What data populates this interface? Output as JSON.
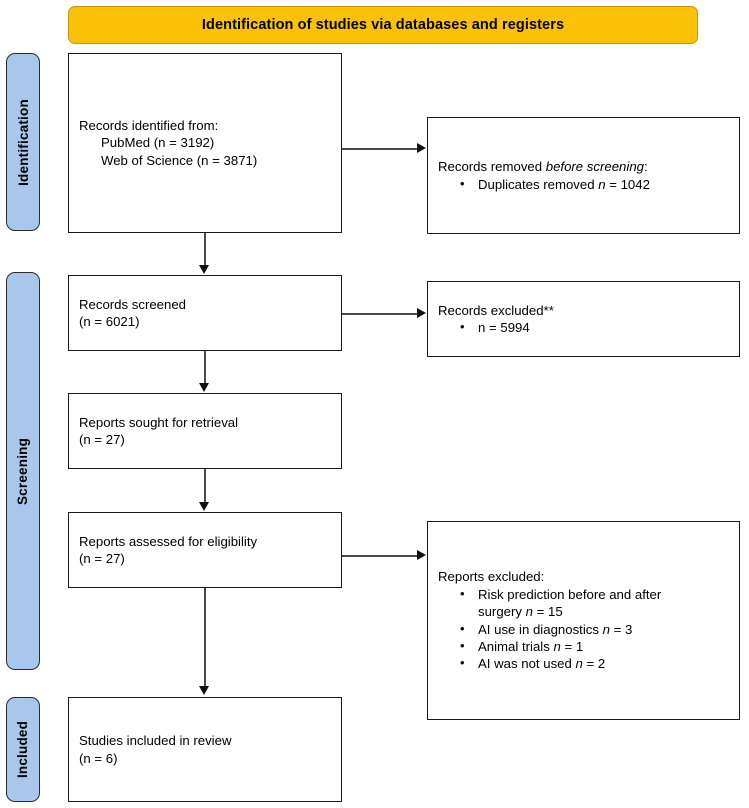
{
  "diagram": {
    "title": "Identification of studies via databases and registers",
    "colors": {
      "banner": "#FBC107",
      "phase_tab": "#A9C7EC",
      "box_border": "#1a1a1a",
      "connector": "#4a4a4a"
    }
  },
  "phases": [
    {
      "label": "Identification"
    },
    {
      "label": "Screening"
    },
    {
      "label": "Included"
    }
  ],
  "boxes": {
    "records_identified": {
      "line1": "Records identified from:",
      "line2": "PubMed (n = 3192)",
      "line3": "Web of Science (n = 3871)"
    },
    "records_removed": {
      "heading_a": "Records removed ",
      "heading_b": "before screening",
      "heading_c": ":",
      "bullet1_a": "Duplicates removed ",
      "bullet1_b": "n",
      "bullet1_c": " = 1042"
    },
    "records_screened": {
      "line1": "Records screened",
      "line2": "(n = 6021)"
    },
    "records_excluded": {
      "heading": "Records excluded**",
      "bullet1": "n = 5994"
    },
    "reports_sought": {
      "line1": "Reports sought for retrieval",
      "line2": "(n = 27)"
    },
    "reports_assessed": {
      "line1": "Reports assessed for eligibility",
      "line2": "(n = 27)"
    },
    "reports_excluded": {
      "heading": "Reports excluded:",
      "bullets": [
        {
          "text_a": "Risk prediction before and after surgery ",
          "text_b": "n",
          "text_c": " = 15"
        },
        {
          "text_a": "AI use in diagnostics ",
          "text_b": "n",
          "text_c": " = 3"
        },
        {
          "text_a": "Animal trials ",
          "text_b": "n",
          "text_c": " = 1"
        },
        {
          "text_a": "AI was not used ",
          "text_b": "n",
          "text_c": " = 2"
        }
      ]
    },
    "studies_included": {
      "line1": "Studies included in review",
      "line2": "(n = 6)"
    }
  }
}
